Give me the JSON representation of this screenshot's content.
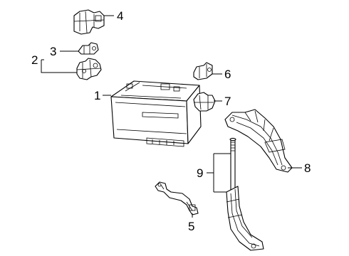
{
  "figure": {
    "background": "#ffffff",
    "line_color": "#000000"
  },
  "callouts": {
    "c1": "1",
    "c2": "2",
    "c3": "3",
    "c4": "4",
    "c5": "5",
    "c6": "6",
    "c7": "7",
    "c8": "8",
    "c9": "9"
  },
  "parts": [
    {
      "id": "battery",
      "callout": "1"
    },
    {
      "id": "terminal-assembly",
      "callout": "2"
    },
    {
      "id": "terminal-clamp",
      "callout": "3"
    },
    {
      "id": "terminal-cover",
      "callout": "4"
    },
    {
      "id": "ground-cable",
      "callout": "5"
    },
    {
      "id": "bracket-6",
      "callout": "6"
    },
    {
      "id": "bracket-7",
      "callout": "7"
    },
    {
      "id": "battery-tray",
      "callout": "8"
    },
    {
      "id": "hold-down-rod-and-clamp",
      "callout": "9"
    }
  ]
}
